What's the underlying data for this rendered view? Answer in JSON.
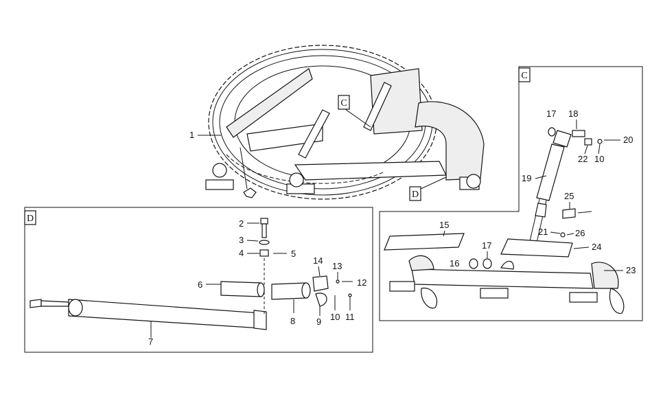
{
  "callouts": {
    "c": "C",
    "d": "D"
  },
  "detail_boxes": {
    "c": "C",
    "d": "D"
  },
  "labels": {
    "l1": "1",
    "l2": "2",
    "l3": "3",
    "l4": "4",
    "l5": "5",
    "l6": "6",
    "l7": "7",
    "l8": "8",
    "l9": "9",
    "l10a": "10",
    "l11": "11",
    "l12": "12",
    "l13": "13",
    "l14": "14",
    "l15": "15",
    "l16": "16",
    "l17a": "17",
    "l17b": "17",
    "l18": "18",
    "l19": "19",
    "l20": "20",
    "l21": "21",
    "l22": "22",
    "l10b": "10",
    "l23": "23",
    "l24": "24",
    "l25": "25",
    "l26": "26"
  }
}
